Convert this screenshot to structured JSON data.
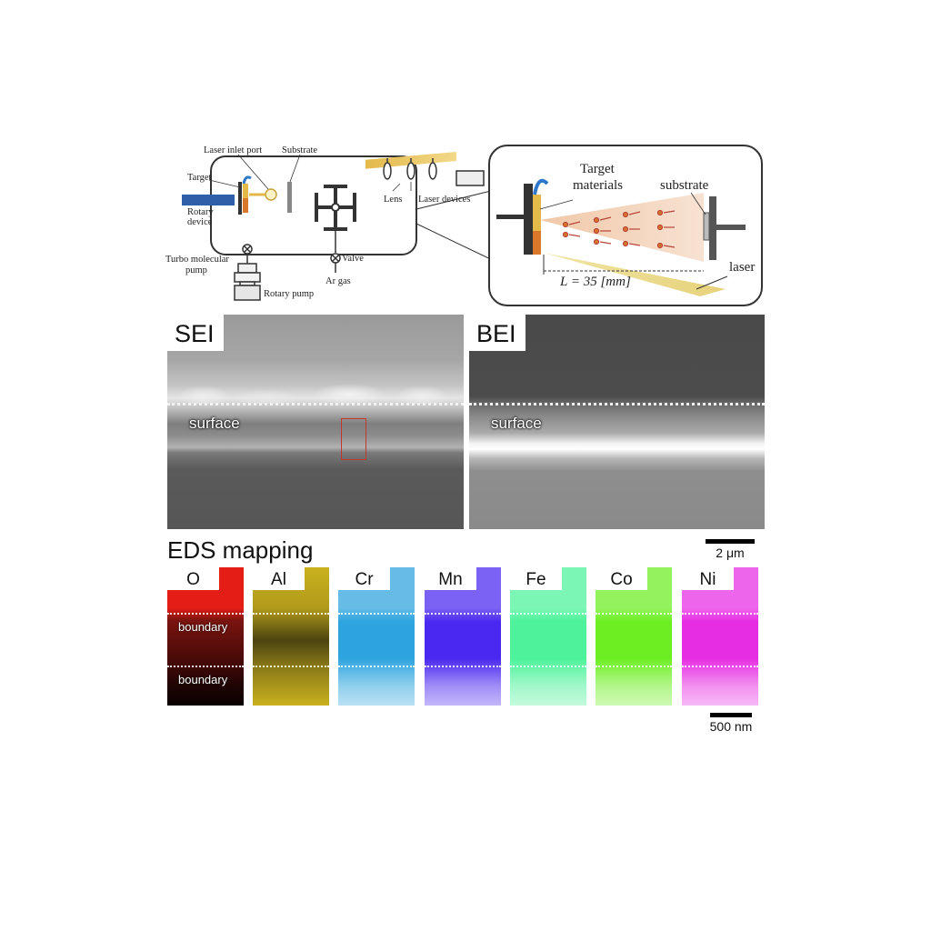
{
  "schematic": {
    "labels": {
      "laser_inlet_port": "Laser inlet port",
      "substrate": "Substrate",
      "target": "Target",
      "rotary_device_line1": "Rotary",
      "rotary_device_line2": "device",
      "turbo_pump_line1": "Turbo molecular",
      "turbo_pump_line2": "pump",
      "rotary_pump": "Rotary pump",
      "valve": "Valve",
      "ar_gas": "Ar gas",
      "lens": "Lens",
      "laser_devices": "Laser devices"
    },
    "inset": {
      "target_materials_line1": "Target",
      "target_materials_line2": "materials",
      "substrate": "substrate",
      "distance": "L = 35 [mm]",
      "laser": "laser"
    }
  },
  "sei": {
    "label": "SEI",
    "surface": "surface"
  },
  "bei": {
    "label": "BEI",
    "surface": "surface"
  },
  "micro_scale": "2 μm",
  "eds": {
    "title": "EDS mapping",
    "boundary": "boundary",
    "elements": [
      "O",
      "Al",
      "Cr",
      "Mn",
      "Fe",
      "Co",
      "Ni"
    ],
    "colors": [
      "#e41d16",
      "#c9b11e",
      "#2ea4de",
      "#4b28f0",
      "#4df29a",
      "#6dee22",
      "#e62de3"
    ],
    "scale": "500 nm"
  }
}
